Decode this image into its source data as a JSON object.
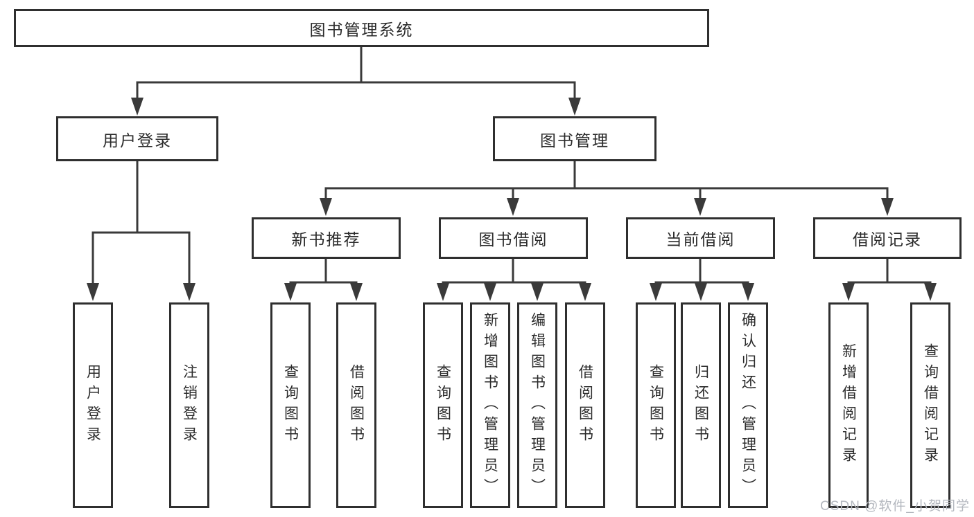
{
  "diagram_type": "functional-structure-tree",
  "colors": {
    "line": "#3a3a3a",
    "box_border": "#2f2f2f",
    "box_fill": "#ffffff",
    "label_text": "#2b2b2b",
    "watermark_text": "#b4b8bf",
    "background": "#ffffff"
  },
  "watermark": {
    "text": "CSDN @软件_小贺同学"
  },
  "tree": {
    "root": {
      "label": "图书管理系统"
    },
    "branches": [
      {
        "label": "用户登录",
        "children": [
          {
            "label": "用户登录"
          },
          {
            "label": "注销登录"
          }
        ]
      },
      {
        "label": "图书管理",
        "children": [
          {
            "label": "新书推荐",
            "children": [
              {
                "label": "查询图书"
              },
              {
                "label": "借阅图书"
              }
            ]
          },
          {
            "label": "图书借阅",
            "children": [
              {
                "label": "查询图书"
              },
              {
                "label": "新增图书（管理员）"
              },
              {
                "label": "编辑图书（管理员）"
              },
              {
                "label": "借阅图书"
              }
            ]
          },
          {
            "label": "当前借阅",
            "children": [
              {
                "label": "查询图书"
              },
              {
                "label": "归还图书"
              },
              {
                "label": "确认归还（管理员）"
              }
            ]
          },
          {
            "label": "借阅记录",
            "children": [
              {
                "label": "新增借阅记录"
              },
              {
                "label": "查询借阅记录"
              }
            ]
          }
        ]
      }
    ]
  }
}
